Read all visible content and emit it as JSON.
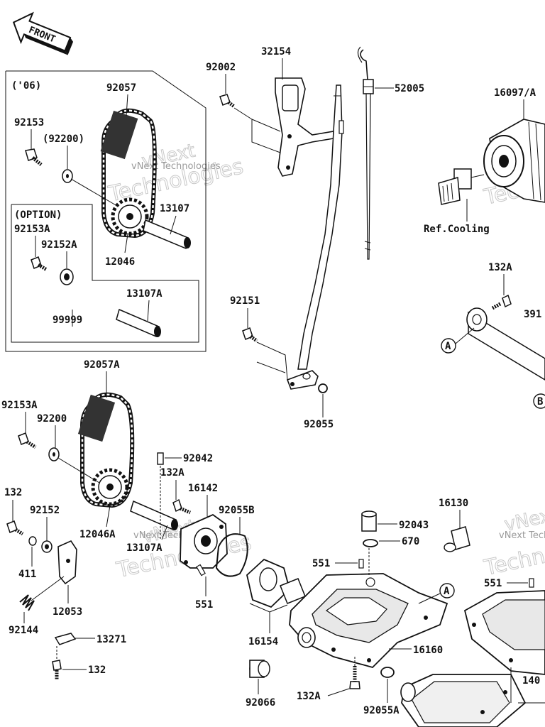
{
  "front_badge": "FRONT",
  "groups": {
    "year": "('06)",
    "option": "(OPTION)"
  },
  "watermark": {
    "line1": "vNext",
    "line2": "Technologies",
    "small": "vNext Technologies"
  },
  "ref_cooling": "Ref.Cooling",
  "callouts": {
    "a": "A",
    "b": "B"
  },
  "parts": {
    "p92002": "92002",
    "p32154": "32154",
    "p52005": "52005",
    "p16097": "16097/A",
    "p92057": "92057",
    "p92153": "92153",
    "p92200": "(92200)",
    "p13107": "13107",
    "p92153A": "92153A",
    "p92152A": "92152A",
    "p12046": "12046",
    "p13107A": "13107A",
    "p99999": "99999",
    "p132A_top": "132A",
    "p391": "391",
    "p92151": "92151",
    "p92055": "92055",
    "p92057A": "92057A",
    "p92153A_low": "92153A",
    "p92200_low": "92200",
    "p92042": "92042",
    "p132A_mid": "132A",
    "p16142": "16142",
    "p132_left": "132",
    "p92152": "92152",
    "p92055B": "92055B",
    "p12046A": "12046A",
    "p13107A_low": "13107A",
    "p411": "411",
    "p551_mid": "551",
    "p12053": "12053",
    "p92144": "92144",
    "p13271": "13271",
    "p132_bottom": "132",
    "p16130": "16130",
    "p92043": "92043",
    "p670": "670",
    "p551_pan": "551",
    "p551_right": "551",
    "p16154": "16154",
    "p16160": "16160",
    "p92066": "92066",
    "p132A_bottom": "132A",
    "p92055A": "92055A",
    "p140": "140"
  }
}
